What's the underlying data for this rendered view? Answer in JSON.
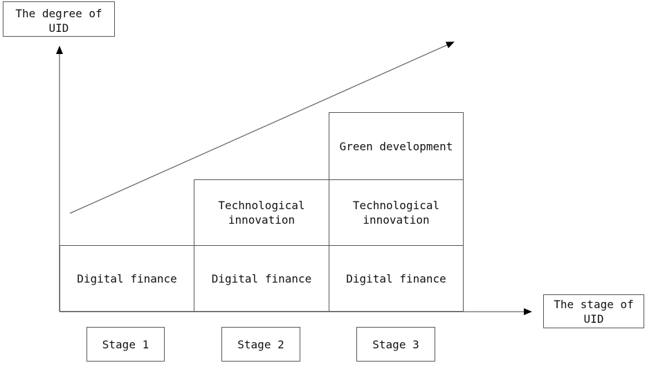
{
  "y_axis_label": "The degree of\nUID",
  "x_axis_label": "The stage of\nUID",
  "stage_labels": [
    "Stage 1",
    "Stage 2",
    "Stage 3"
  ],
  "stages": [
    {
      "blocks": [
        "Digital finance"
      ]
    },
    {
      "blocks": [
        "Digital finance",
        "Technological\ninnovation"
      ]
    },
    {
      "blocks": [
        "Digital finance",
        "Technological\ninnovation",
        "Green development"
      ]
    }
  ]
}
